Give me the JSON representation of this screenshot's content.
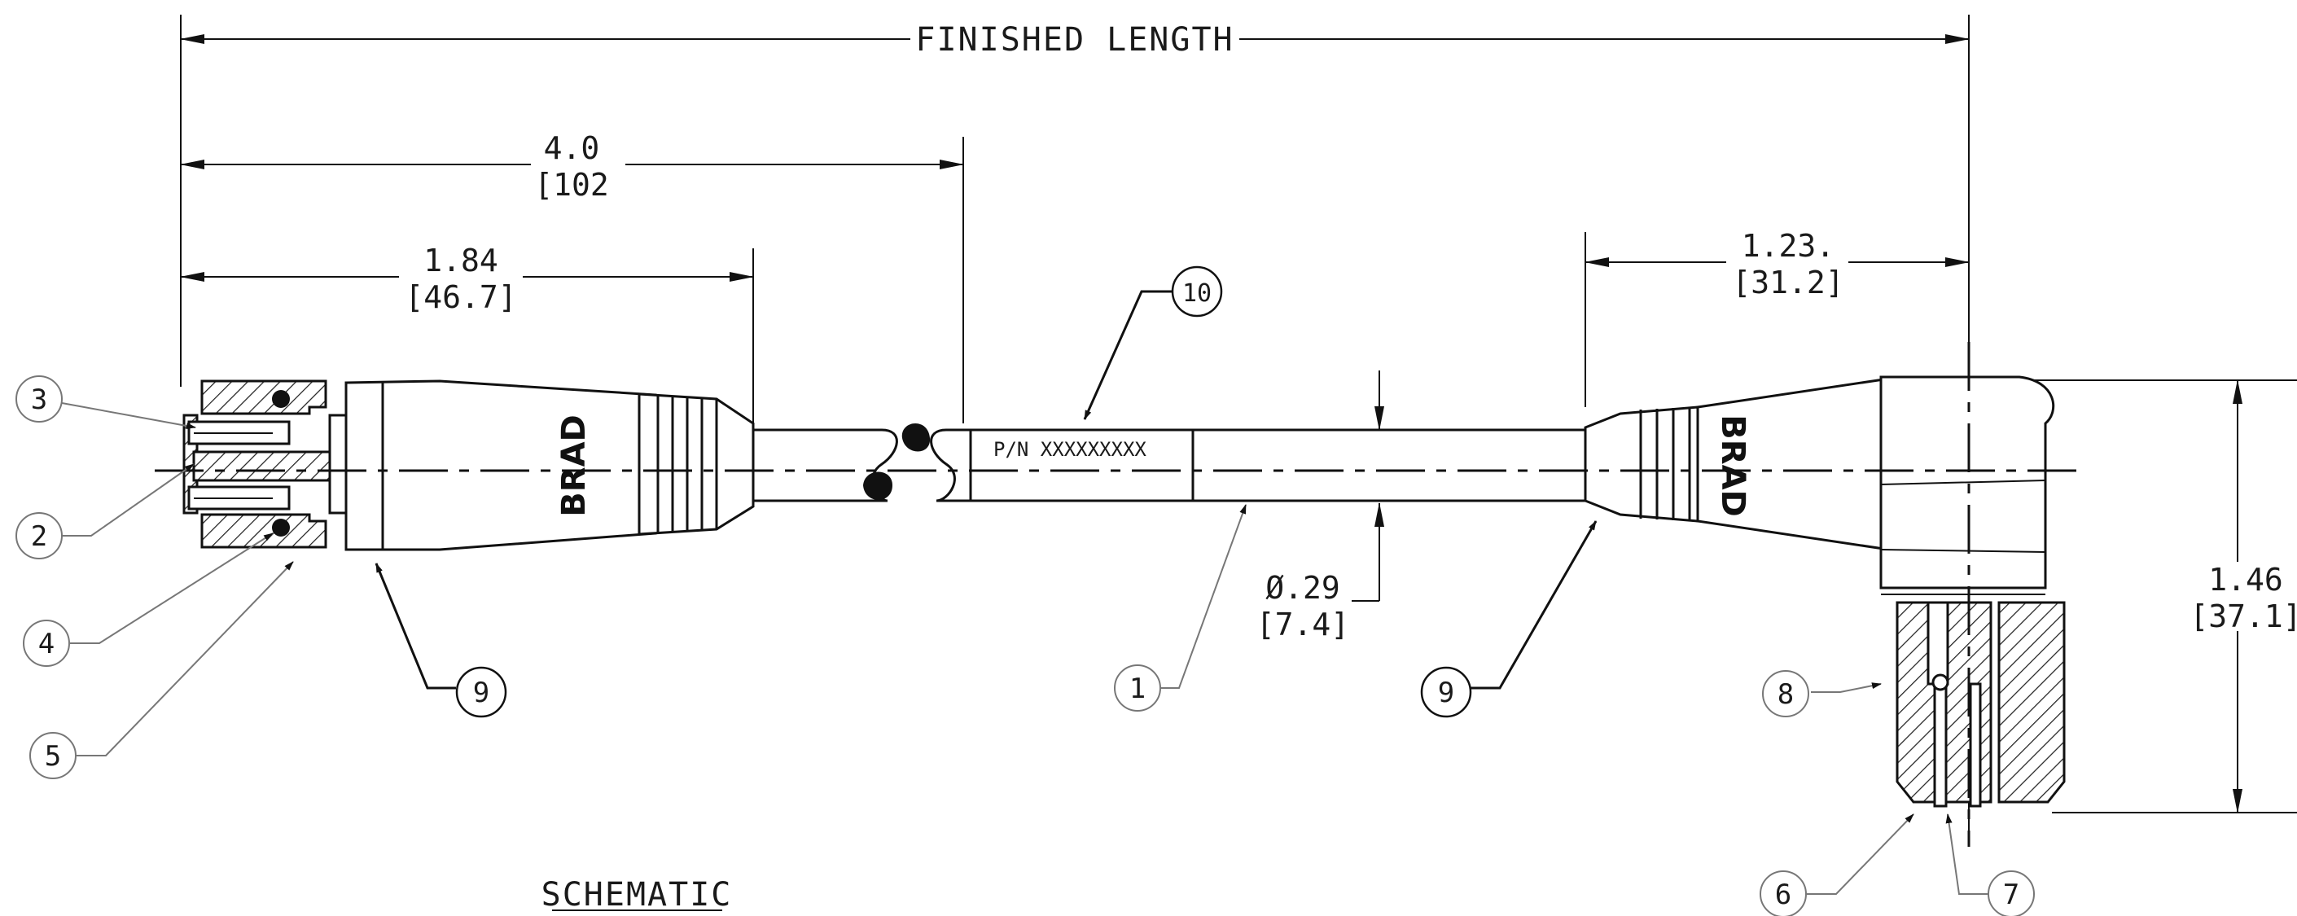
{
  "dimensions": {
    "finished_length": "FINISHED LENGTH",
    "coupling_length": {
      "imperial": "4.0",
      "metric": "[102"
    },
    "straight_connector": {
      "imperial": "1.84",
      "metric": "[46.7]"
    },
    "right_angle_connector": {
      "imperial": "1.23.",
      "metric": "[31.2]"
    },
    "cable_diameter": {
      "imperial": "Ø.29",
      "metric": "[7.4]"
    },
    "right_angle_height": {
      "imperial": "1.46",
      "metric": "[37.1]"
    }
  },
  "cable_marking": "P/N XXXXXXXXX",
  "brand_mark": "BRAD",
  "balloons": [
    "1",
    "2",
    "3",
    "4",
    "5",
    "6",
    "7",
    "8",
    "9",
    "9",
    "10"
  ],
  "caption": "SCHEMATIC"
}
